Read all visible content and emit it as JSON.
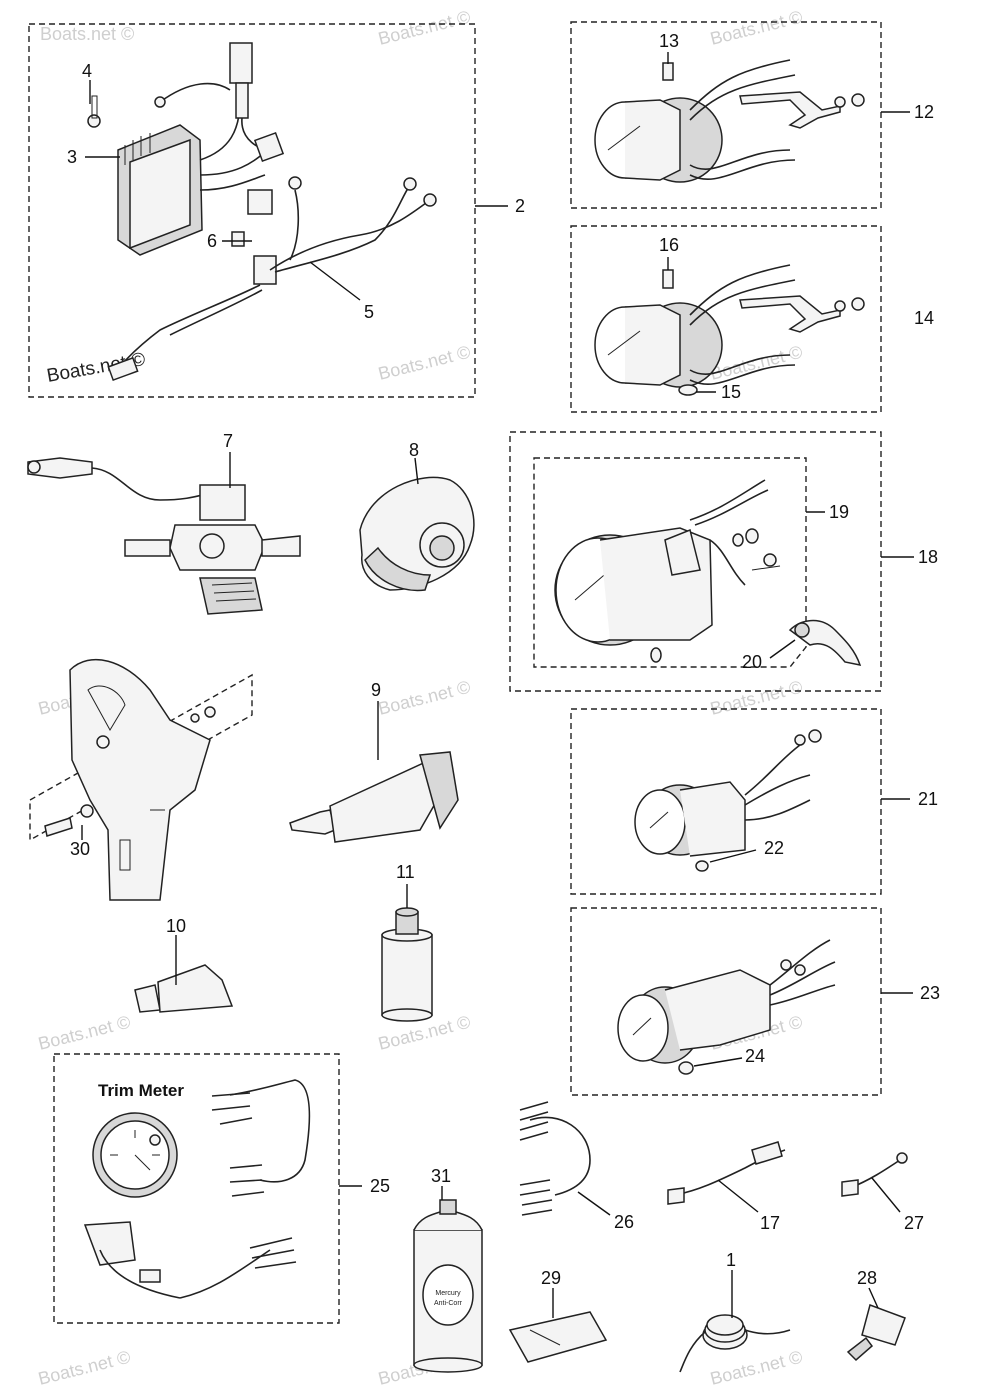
{
  "watermarks": [
    "Boats.net ©",
    "Boats.net ©",
    "Boats.net ©",
    "Boats.net ©",
    "Boats.net ©",
    "Boats.net ©",
    "Boats.net ©",
    "Boats.net ©",
    "Boats.net ©",
    "Boats.net ©",
    "Boats.net ©",
    "Boats.net ©",
    "Boats.net ©",
    "Boats.net ©",
    "Boats.net ©"
  ],
  "callouts": {
    "c1": "1",
    "c2": "2",
    "c3": "3",
    "c4": "4",
    "c5": "5",
    "c6": "6",
    "c7": "7",
    "c8": "8",
    "c9": "9",
    "c10": "10",
    "c11": "11",
    "c12": "12",
    "c13": "13",
    "c14": "14",
    "c15": "15",
    "c16": "16",
    "c17": "17",
    "c18": "18",
    "c19": "19",
    "c20": "20",
    "c21": "21",
    "c22": "22",
    "c23": "23",
    "c24": "24",
    "c25": "25",
    "c26": "26",
    "c27": "27",
    "c28": "28",
    "c29": "29",
    "c30": "30",
    "c31": "31"
  },
  "trim_meter_label": "Trim Meter",
  "can_label_line1": "Mercury",
  "can_label_line2": "Anti-Corr"
}
